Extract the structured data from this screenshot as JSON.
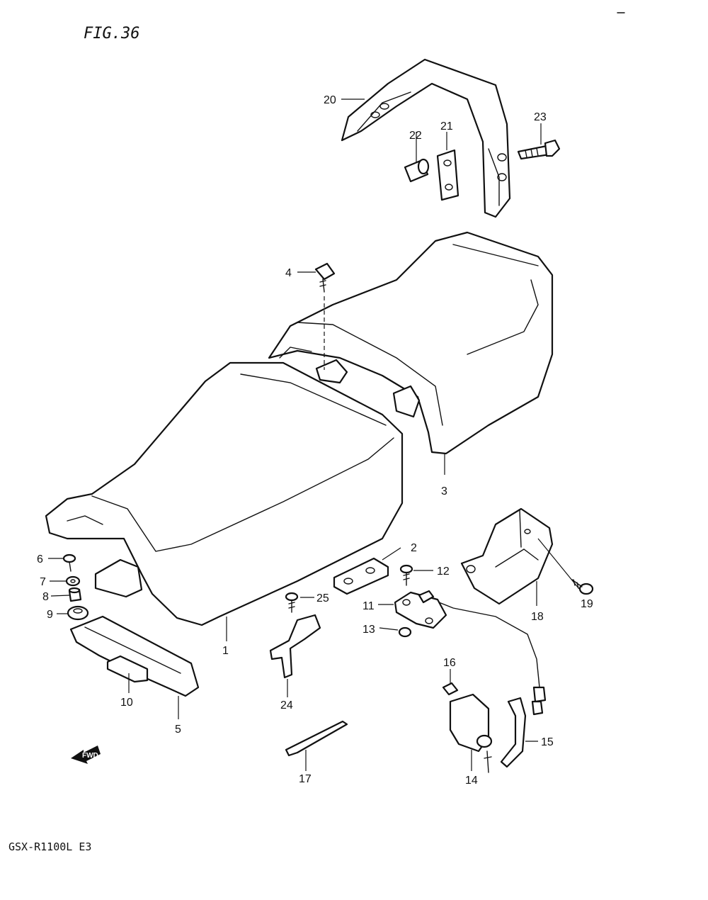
{
  "figure": {
    "title": "FIG.36",
    "model": "GSX-R1100L E3"
  },
  "fwd_arrow": {
    "label": "FWD"
  },
  "parts": [
    {
      "key": "p1",
      "label": "1"
    },
    {
      "key": "p2",
      "label": "2"
    },
    {
      "key": "p3",
      "label": "3"
    },
    {
      "key": "p4",
      "label": "4"
    },
    {
      "key": "p5",
      "label": "5"
    },
    {
      "key": "p6",
      "label": "6"
    },
    {
      "key": "p7",
      "label": "7"
    },
    {
      "key": "p8",
      "label": "8"
    },
    {
      "key": "p9",
      "label": "9"
    },
    {
      "key": "p10",
      "label": "10"
    },
    {
      "key": "p11",
      "label": "11"
    },
    {
      "key": "p12",
      "label": "12"
    },
    {
      "key": "p13",
      "label": "13"
    },
    {
      "key": "p14",
      "label": "14"
    },
    {
      "key": "p15",
      "label": "15"
    },
    {
      "key": "p16",
      "label": "16"
    },
    {
      "key": "p17",
      "label": "17"
    },
    {
      "key": "p18",
      "label": "18"
    },
    {
      "key": "p19",
      "label": "19"
    },
    {
      "key": "p20",
      "label": "20"
    },
    {
      "key": "p21",
      "label": "21"
    },
    {
      "key": "p22",
      "label": "22"
    },
    {
      "key": "p23",
      "label": "23"
    },
    {
      "key": "p24",
      "label": "24"
    },
    {
      "key": "p25",
      "label": "25"
    }
  ]
}
